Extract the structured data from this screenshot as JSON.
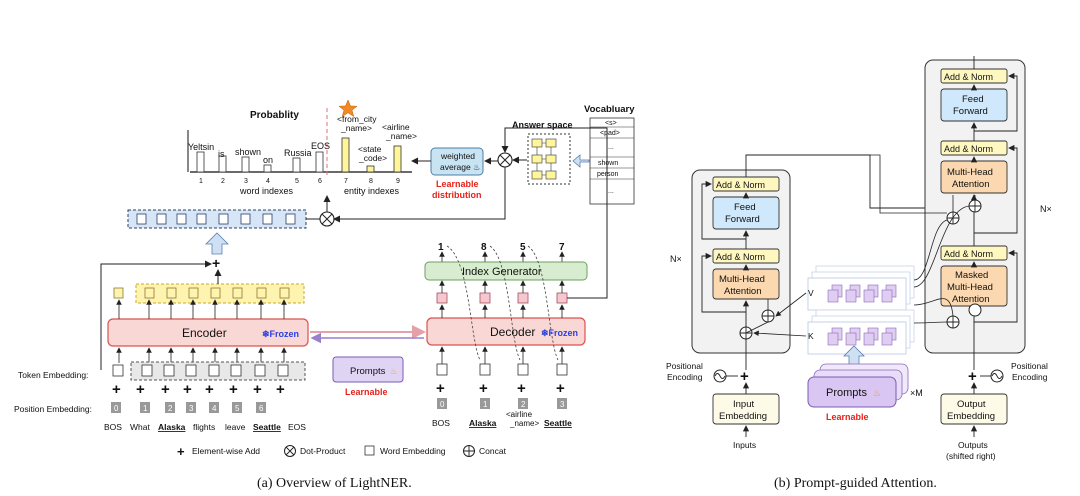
{
  "left": {
    "probability_title": "Probablity",
    "vocabulary_title": "Vocabluary",
    "answer_space": "Answer space",
    "word_labels": [
      "Yeltsin",
      "is",
      "shown",
      "on",
      "Russia",
      "EOS"
    ],
    "word_index_ticks": [
      "1",
      "2",
      "3",
      "4",
      "5",
      "6"
    ],
    "entity_labels": [
      "<from_city\n_name>",
      "<state\n_code>",
      "<airline\n_name>"
    ],
    "entity_index_ticks": [
      "7",
      "8",
      "9"
    ],
    "word_indexes": "word indexes",
    "entity_indexes": "entity indexes",
    "vocab_items": [
      "<s>",
      "<pad>",
      "...",
      "shown",
      "person",
      "..."
    ],
    "weighted_average": [
      "weighted",
      "average"
    ],
    "learnable_distribution": [
      "Learnable",
      "distribution"
    ],
    "encoder": "Encoder",
    "decoder": "Decoder",
    "frozen": "Frozen",
    "index_generator": "Index Generator",
    "generated_indices": [
      "1",
      "8",
      "5",
      "7"
    ],
    "prompts": "Prompts",
    "learnable": "Learnable",
    "token_embedding": "Token Embedding:",
    "position_embedding": "Position Embedding:",
    "encoder_positions": [
      "0",
      "1",
      "2",
      "3",
      "4",
      "5",
      "6"
    ],
    "encoder_tokens": [
      "BOS",
      "What",
      "Alaska",
      "flights",
      "leave",
      "Seattle",
      "EOS"
    ],
    "decoder_positions": [
      "0",
      "1",
      "2",
      "3"
    ],
    "decoder_tokens": [
      "BOS",
      "Alaska",
      "<airline\n_name>",
      "Seattle"
    ],
    "legend": [
      "Element-wise Add",
      "Dot-Product",
      "Word Embedding",
      "Concat"
    ],
    "caption": "(a) Overview of LightNER."
  },
  "right": {
    "add_norm": "Add & Norm",
    "feed_forward": [
      "Feed",
      "Forward"
    ],
    "mha": [
      "Multi-Head",
      "Attention"
    ],
    "masked_mha": [
      "Masked",
      "Multi-Head",
      "Attention"
    ],
    "nx": "N×",
    "v": "V",
    "k": "K",
    "prompts": "Prompts",
    "xm": "×M",
    "learnable": "Learnable",
    "positional_encoding": [
      "Positional",
      "Encoding"
    ],
    "input_embedding": [
      "Input",
      "Embedding"
    ],
    "output_embedding": [
      "Output",
      "Embedding"
    ],
    "inputs": "Inputs",
    "outputs": [
      "Outputs",
      "(shifted right)"
    ],
    "caption": "(b) Prompt-guided Attention."
  },
  "colors": {
    "encoder_fill": "#f8d7d4",
    "encoder_stroke": "#d9534f",
    "decoder_fill": "#f8d7d4",
    "yellow": "#fff3b0",
    "blue_fill": "#dbe9f7",
    "green_fill": "#d8edd0",
    "purple_fill": "#e0d4f5",
    "learnable_red": "#e8221b",
    "frozen_blue": "#2a3fe0",
    "orange_fill": "#fbd8b0",
    "ff_blue": "#cfe8fb"
  }
}
